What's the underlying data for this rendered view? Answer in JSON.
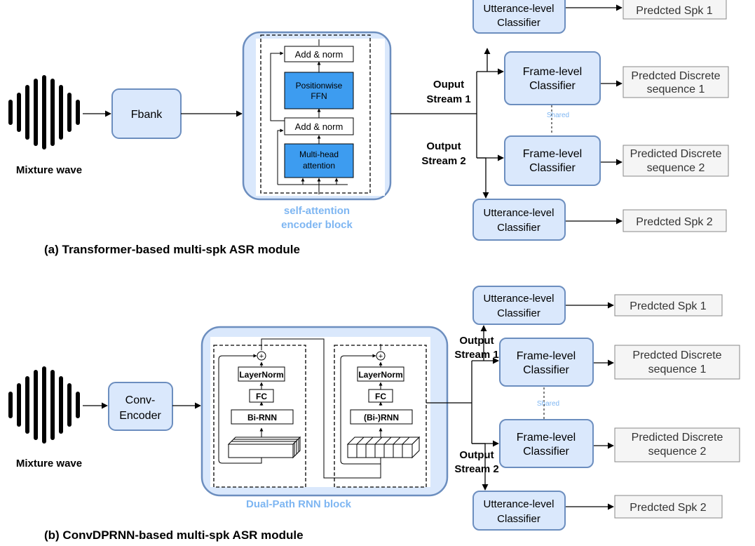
{
  "colors": {
    "box_fill": "#dae8fc",
    "box_stroke": "#6c8ebf",
    "dark_fill": "#3d9cf0",
    "accent_text": "#7eb6f2",
    "out_fill": "#f5f5f5",
    "out_stroke": "#888888",
    "line": "#000000"
  },
  "a": {
    "input_label": "Mixture wave",
    "fbank": "Fbank",
    "enc": {
      "add_norm_top": "Add & norm",
      "ffn_1": "Positionwise",
      "ffn_2": "FFN",
      "add_norm_bottom": "Add & norm",
      "mha_1": "Multi-head",
      "mha_2": "attention",
      "caption_1": "self-attention",
      "caption_2": "encoder block"
    },
    "stream1_1": "Ouput",
    "stream1_2": "Stream 1",
    "stream2_1": "Output",
    "stream2_2": "Stream 2",
    "utt_top_1": "Utterance-level",
    "utt_top_2": "Classifier",
    "frame1_1": "Frame-level",
    "frame1_2": "Classifier",
    "shared": "Shared",
    "frame2_1": "Frame-level",
    "frame2_2": "Classifier",
    "utt_bot_1": "Utterance-level",
    "utt_bot_2": "Classifier",
    "out_spk1": "Predcted Spk 1",
    "out_seq1_1": "Predcted Discrete",
    "out_seq1_2": "sequence 1",
    "out_seq2_1": "Predicted Discrete",
    "out_seq2_2": "sequence 2",
    "out_spk2": "Predcted Spk 2",
    "title": "(a) Transformer-based multi-spk ASR module"
  },
  "b": {
    "input_label": "Mixture wave",
    "enc_1": "Conv-",
    "enc_2": "Encoder",
    "left": {
      "layernorm": "LayerNorm",
      "fc": "FC",
      "rnn": "Bi-RNN"
    },
    "right": {
      "layernorm": "LayerNorm",
      "fc": "FC",
      "rnn": "(Bi-)RNN"
    },
    "caption": "Dual-Path RNN block",
    "stream1_1": "Output",
    "stream1_2": "Stream 1",
    "stream2_1": "Output",
    "stream2_2": "Stream 2",
    "utt_top_1": "Utterance-level",
    "utt_top_2": "Classifier",
    "frame1_1": "Frame-level",
    "frame1_2": "Classifier",
    "shared": "Shared",
    "frame2_1": "Frame-level",
    "frame2_2": "Classifier",
    "utt_bot_1": "Utterance-level",
    "utt_bot_2": "Classifier",
    "out_spk1": "Predcted Spk 1",
    "out_seq1_1": "Predcted Discrete",
    "out_seq1_2": "sequence 1",
    "out_seq2_1": "Predicted Discrete",
    "out_seq2_2": "sequence 2",
    "out_spk2": "Predcted Spk 2",
    "title": "(b) ConvDPRNN-based multi-spk ASR module"
  }
}
